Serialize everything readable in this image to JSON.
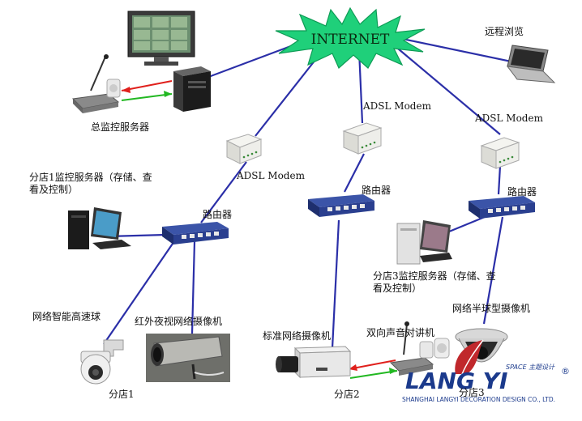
{
  "internet": "INTERNET",
  "labels": {
    "hq_server": "总监控服务器",
    "remote": "远程浏览",
    "modem_a": "ADSL Modem",
    "modem_b": "ADSL Modem",
    "modem_c": "ADSL Modem",
    "router_1": "路由器",
    "router_2": "路由器",
    "router_3": "路由器",
    "branch1_server": "分店1监控服务器（存储、查看及控制）",
    "branch3_server": "分店3监控服务器（存储、查看及控制）",
    "speed_dome": "网络智能高速球",
    "ir_camera": "红外夜视网络摄像机",
    "std_camera": "标准网络摄像机",
    "intercom": "双向声音对讲机",
    "half_dome": "网络半球型摄像机",
    "branch1": "分店1",
    "branch2": "分店2",
    "branch3": "分店3"
  },
  "logo": {
    "brand": "LANG YI",
    "tagline": "SPACE 主题设计",
    "company": "SHANGHAI LANGYI DECORATION DESIGN CO., LTD.",
    "registered": "®"
  },
  "colors": {
    "link": "#2b2fa8",
    "starburst": "#1fd07a",
    "router": "#2a3f8f",
    "logo_blue": "#1b3a8c",
    "logo_red": "#c0282c",
    "arrow_red": "#e0201c",
    "arrow_green": "#22b822"
  }
}
